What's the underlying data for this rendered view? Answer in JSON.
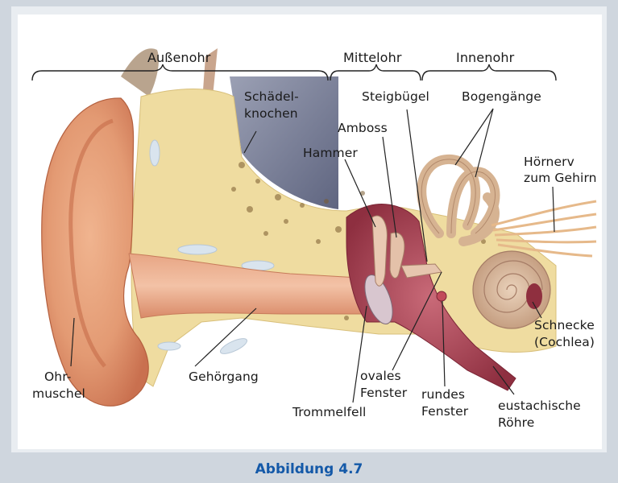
{
  "figure": {
    "caption": "Abbildung 4.7",
    "regions": {
      "outer": "Außenohr",
      "middle": "Mittelohr",
      "inner": "Innenohr"
    },
    "labels": {
      "skull_1": "Schädel-",
      "skull_2": "knochen",
      "stapes": "Steigbügel",
      "canals": "Bogengänge",
      "anvil": "Amboss",
      "hammer": "Hammer",
      "nerve_1": "Hörnerv",
      "nerve_2": "zum Gehirn",
      "cochlea_1": "Schnecke",
      "cochlea_2": "(Cochlea)",
      "auricle_1": "Ohr-",
      "auricle_2": "muschel",
      "canal": "Gehörgang",
      "oval_1": "ovales",
      "oval_2": "Fenster",
      "round_1": "rundes",
      "round_2": "Fenster",
      "eardrum": "Trommelfell",
      "tube_1": "eustachische",
      "tube_2": "Röhre"
    }
  },
  "colors": {
    "caption": "#1459a8",
    "skin": "#e3a27c",
    "bone": "#efdca0",
    "cartilage": "#f2e6a8",
    "cavity": "#b04a58",
    "inner_ear": "#d9b899"
  }
}
